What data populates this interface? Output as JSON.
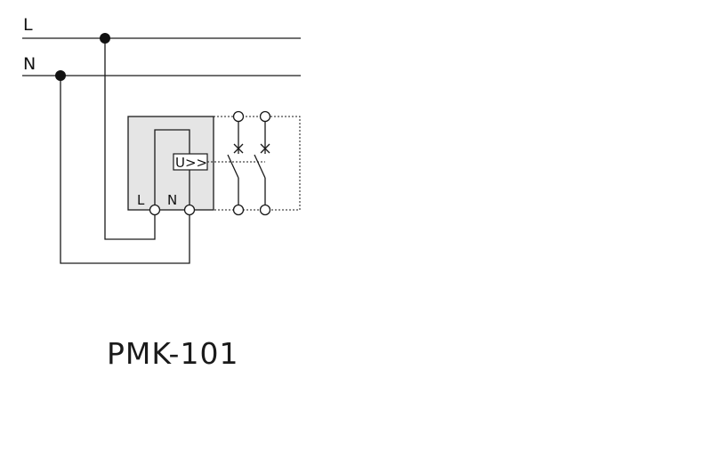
{
  "lines": {
    "live_label": "L",
    "neutral_label": "N"
  },
  "device": {
    "terminal_l_label": "L",
    "terminal_n_label": "N",
    "sensor_label": "U>>",
    "housing_color": "#e5e5e5",
    "model": "PMK-101"
  }
}
